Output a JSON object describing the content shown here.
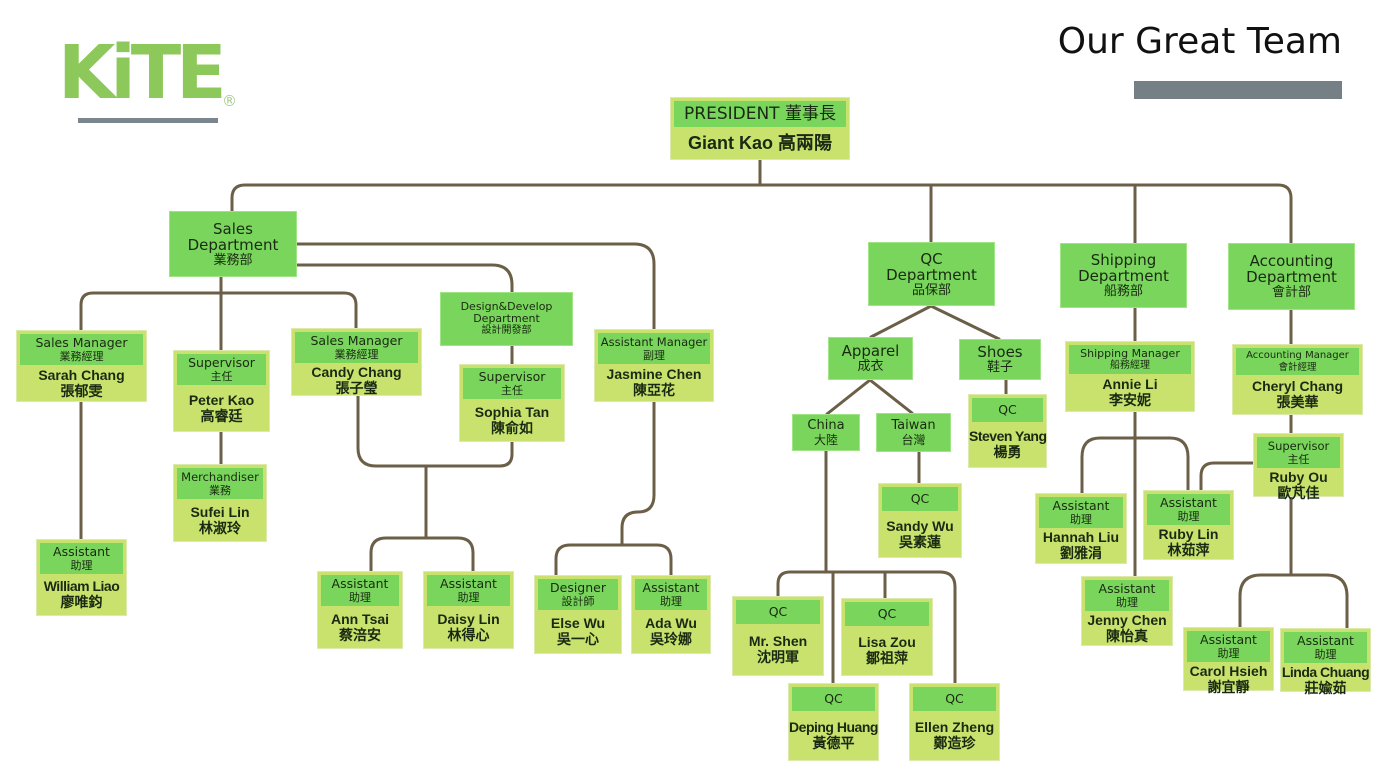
{
  "logo": {
    "text": "KiTE",
    "registered": "®"
  },
  "title": "Our Great Team",
  "colors": {
    "dept_green": "#79d55c",
    "card_lime": "#c9e26d",
    "connector": "#6b5f48",
    "accent_bar": "#757f86",
    "logo_green": "#8dc95a"
  },
  "president": {
    "role": "PRESIDENT 董事長",
    "name": "Giant Kao 高兩陽"
  },
  "departments": {
    "sales": {
      "en": "Sales Department",
      "zh": "業務部"
    },
    "design": {
      "en": "Design&Develop Department",
      "zh": "設計開發部"
    },
    "qc": {
      "en": "QC Department",
      "zh": "品保部"
    },
    "shipping": {
      "en": "Shipping Department",
      "zh": "船務部"
    },
    "accounting": {
      "en": "Accounting Department",
      "zh": "會計部"
    },
    "apparel": {
      "en": "Apparel",
      "zh": "成衣"
    },
    "shoes": {
      "en": "Shoes",
      "zh": "鞋子"
    },
    "china": {
      "en": "China",
      "zh": "大陸"
    },
    "taiwan": {
      "en": "Taiwan",
      "zh": "台灣"
    }
  },
  "people": {
    "sarah": {
      "role_en": "Sales Manager",
      "role_zh": "業務經理",
      "name_en": "Sarah Chang",
      "name_zh": "張郁雯"
    },
    "peter": {
      "role_en": "Supervisor",
      "role_zh": "主任",
      "name_en": "Peter  Kao",
      "name_zh": "高睿廷"
    },
    "candy": {
      "role_en": "Sales Manager",
      "role_zh": "業務經理",
      "name_en": "Candy  Chang",
      "name_zh": "張子瑩"
    },
    "sophia": {
      "role_en": "Supervisor",
      "role_zh": "主任",
      "name_en": "Sophia Tan",
      "name_zh": "陳俞如"
    },
    "jasmine": {
      "role_en": "Assistant Manager",
      "role_zh": "副理",
      "name_en": "Jasmine Chen",
      "name_zh": "陳亞花"
    },
    "sufei": {
      "role_en": "Merchandiser",
      "role_zh": "業務",
      "name_en": "Sufei Lin",
      "name_zh": "林淑玲"
    },
    "william": {
      "role_en": "Assistant",
      "role_zh": "助理",
      "name_en": "William Liao",
      "name_zh": "廖唯鈞"
    },
    "ann": {
      "role_en": "Assistant",
      "role_zh": "助理",
      "name_en": "Ann Tsai",
      "name_zh": "蔡涪安"
    },
    "daisy": {
      "role_en": "Assistant",
      "role_zh": "助理",
      "name_en": "Daisy Lin",
      "name_zh": "林得心"
    },
    "else": {
      "role_en": "Designer",
      "role_zh": "設計師",
      "name_en": "Else Wu",
      "name_zh": "吳一心"
    },
    "ada": {
      "role_en": "Assistant",
      "role_zh": "助理",
      "name_en": "Ada Wu",
      "name_zh": "吳玲娜"
    },
    "steven": {
      "role_en": "QC",
      "name_en": "Steven  Yang",
      "name_zh": "楊勇"
    },
    "sandy": {
      "role_en": "QC",
      "name_en": "Sandy Wu",
      "name_zh": "吳素蓮"
    },
    "shen": {
      "role_en": "QC",
      "name_en": "Mr. Shen",
      "name_zh": "沈明軍"
    },
    "lisa": {
      "role_en": "QC",
      "name_en": "Lisa  Zou",
      "name_zh": "鄒祖萍"
    },
    "deping": {
      "role_en": "QC",
      "name_en": "Deping Huang",
      "name_zh": "黃德平"
    },
    "ellen": {
      "role_en": "QC",
      "name_en": "Ellen  Zheng",
      "name_zh": "鄭造珍"
    },
    "annie": {
      "role_en": "Shipping Manager",
      "role_zh": "船務經理",
      "name_en": "Annie  Li",
      "name_zh": "李安妮"
    },
    "hannah": {
      "role_en": "Assistant",
      "role_zh": "助理",
      "name_en": "Hannah Liu",
      "name_zh": "劉雅涓"
    },
    "rubylin": {
      "role_en": "Assistant",
      "role_zh": "助理",
      "name_en": "Ruby Lin",
      "name_zh": "林茹萍"
    },
    "jenny": {
      "role_en": "Assistant",
      "role_zh": "助理",
      "name_en": "Jenny Chen",
      "name_zh": "陳怡真"
    },
    "cheryl": {
      "role_en": "Accounting Manager",
      "role_zh": "會計經理",
      "name_en": "Cheryl  Chang",
      "name_zh": "張美華"
    },
    "rubyou": {
      "role_en": "Supervisor",
      "role_zh": "主任",
      "name_en": "Ruby Ou",
      "name_zh": "歐芃佳"
    },
    "carol": {
      "role_en": "Assistant",
      "role_zh": "助理",
      "name_en": "Carol  Hsieh",
      "name_zh": "謝宜靜"
    },
    "linda": {
      "role_en": "Assistant",
      "role_zh": "助理",
      "name_en": "Linda Chuang",
      "name_zh": "莊婾茹"
    }
  }
}
